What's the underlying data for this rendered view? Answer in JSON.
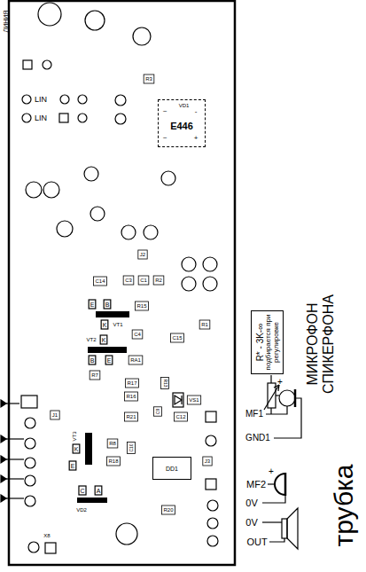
{
  "diagram": {
    "nodes": [
      {
        "text": [
          "VD1",
          "E446"
        ]
      },
      {
        "text": [
          "DD1"
        ]
      },
      {
        "text": [
          "R* - 3K-∞",
          "подбирается при регулировке"
        ]
      }
    ],
    "labels": [
      "ЛИНИЯ",
      "LIN",
      "LIN",
      "R3",
      "~",
      "-",
      "~",
      "+",
      "J2",
      "C14",
      "C3",
      "C1",
      "R2",
      "E",
      "B",
      "K",
      "VT1",
      "R15",
      "C4",
      "R1",
      "C15",
      "VT2",
      "K",
      "B",
      "E",
      "RA1",
      "R7",
      "R17",
      "R13",
      "VS1",
      "J1",
      "R16",
      "R21",
      "C9",
      "C12",
      "VT3",
      "K",
      "E",
      "R8",
      "C10",
      "R18",
      "J3",
      "C",
      "A",
      "VD2",
      "R20",
      "X8",
      "MF1",
      "GND1",
      "+",
      "МИКРОФОН СПИКЕРФОНА",
      "MF2",
      "+",
      "0V",
      "0V",
      "OUT",
      "трубка"
    ]
  }
}
